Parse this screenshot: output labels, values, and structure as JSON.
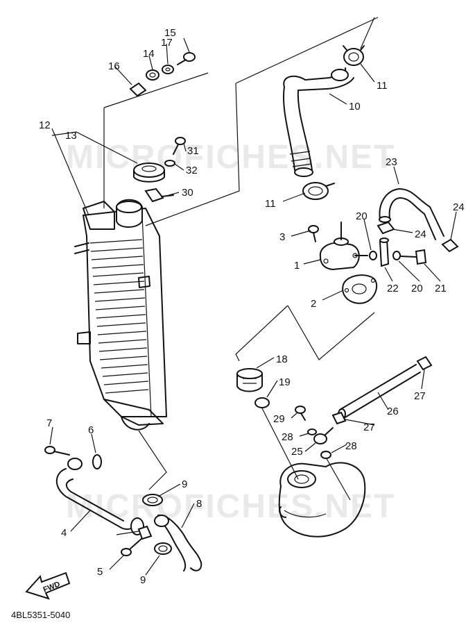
{
  "watermark": "MICROFICHES.NET",
  "part_code": "4BL5351-5040",
  "fwd_label": "FWD",
  "labels": {
    "p1": "1",
    "p2": "2",
    "p3": "3",
    "p4": "4",
    "p5": "5",
    "p6": "6",
    "p7": "7",
    "p8": "8",
    "p9a": "9",
    "p9b": "9",
    "p10": "10",
    "p11a": "11",
    "p11b": "11",
    "p12": "12",
    "p13": "13",
    "p14": "14",
    "p15": "15",
    "p16": "16",
    "p17": "17",
    "p18": "18",
    "p19": "19",
    "p20a": "20",
    "p20b": "20",
    "p21": "21",
    "p22": "22",
    "p23": "23",
    "p24a": "24",
    "p24b": "24",
    "p25": "25",
    "p26": "26",
    "p27a": "27",
    "p27b": "27",
    "p28a": "28",
    "p28b": "28",
    "p29": "29",
    "p30": "30",
    "p31": "31",
    "p32": "32"
  }
}
